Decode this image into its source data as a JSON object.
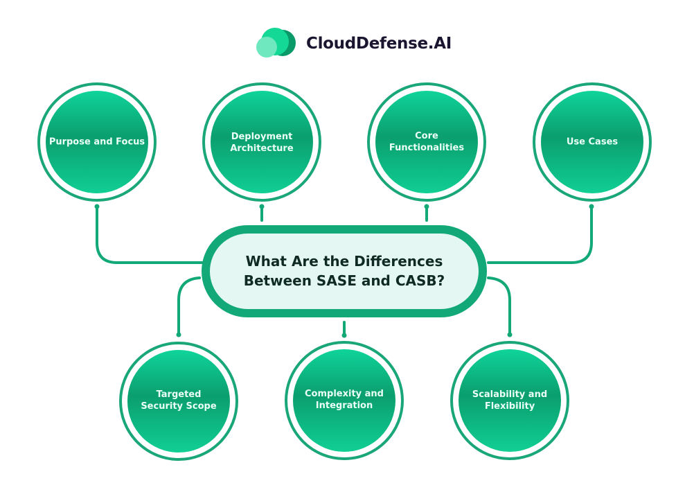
{
  "brand": {
    "name": "CloudDefense.AI",
    "logo_icon": "cloud-circles-icon"
  },
  "colors": {
    "primary_green": "#12a877",
    "ring_green": "#19a678",
    "fill_light": "#0fd49a",
    "fill_dark": "#0b9e6e",
    "center_fill": "#e4f7f2",
    "center_text": "#0f2a22",
    "node_text": "#eafff6",
    "brand_text": "#1b1530"
  },
  "diagram": {
    "center": {
      "title_line1": "What Are the Differences",
      "title_line2": "Between SASE and CASB?"
    },
    "top_nodes": [
      {
        "line1": "Purpose and Focus",
        "line2": ""
      },
      {
        "line1": "Deployment",
        "line2": "Architecture"
      },
      {
        "line1": "Core",
        "line2": "Functionalities"
      },
      {
        "line1": "Use Cases",
        "line2": ""
      }
    ],
    "bottom_nodes": [
      {
        "line1": "Targeted",
        "line2": "Security Scope"
      },
      {
        "line1": "Complexity and",
        "line2": "Integration"
      },
      {
        "line1": "Scalability and",
        "line2": "Flexibility"
      }
    ]
  }
}
